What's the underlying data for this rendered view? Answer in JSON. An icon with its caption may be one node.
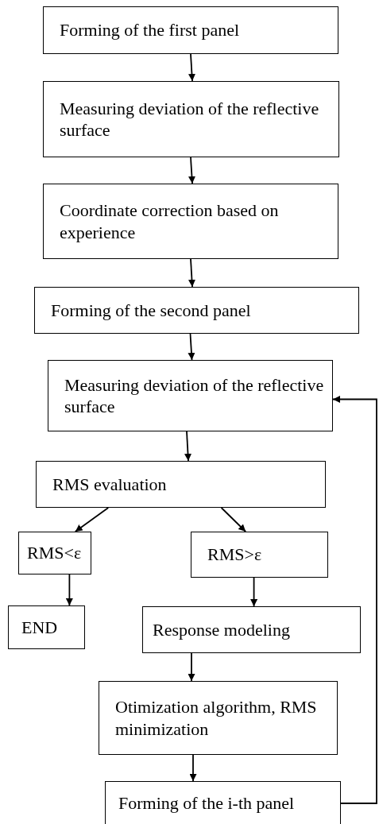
{
  "diagram": {
    "nodes": [
      {
        "text": [
          "Forming of the first panel"
        ]
      },
      {
        "text": [
          "Measuring deviation of the reflective surface"
        ]
      },
      {
        "text": [
          "Coordinate correction based on experience"
        ]
      },
      {
        "text": [
          "Forming of the second panel"
        ]
      },
      {
        "text": [
          "Measuring deviation of the reflective surface"
        ]
      },
      {
        "text": [
          "RMS evaluation"
        ]
      },
      {
        "text": [
          "RMS<ε"
        ]
      },
      {
        "text": [
          "RMS>ε"
        ]
      },
      {
        "text": [
          "END"
        ]
      },
      {
        "text": [
          "Response modeling"
        ]
      },
      {
        "text": [
          "Otimization algorithm, RMS minimization"
        ]
      },
      {
        "text": [
          "Forming of the i-th panel"
        ]
      }
    ],
    "edges": [
      {
        "from": 0,
        "to": 1,
        "arrow": "to"
      },
      {
        "from": 1,
        "to": 2,
        "arrow": "to"
      },
      {
        "from": 2,
        "to": 3,
        "arrow": "to"
      },
      {
        "from": 3,
        "to": 4,
        "arrow": "to"
      },
      {
        "from": 4,
        "to": 5,
        "arrow": "to"
      },
      {
        "from": 5,
        "to": 6,
        "arrow": "to"
      },
      {
        "from": 5,
        "to": 7,
        "arrow": "to"
      },
      {
        "from": 6,
        "to": 8,
        "arrow": "to"
      },
      {
        "from": 7,
        "to": 9,
        "arrow": "to"
      },
      {
        "from": 9,
        "to": 10,
        "arrow": "to"
      },
      {
        "from": 10,
        "to": 11,
        "arrow": "to"
      },
      {
        "from": 11,
        "to": 4,
        "arrow": "to"
      }
    ]
  }
}
